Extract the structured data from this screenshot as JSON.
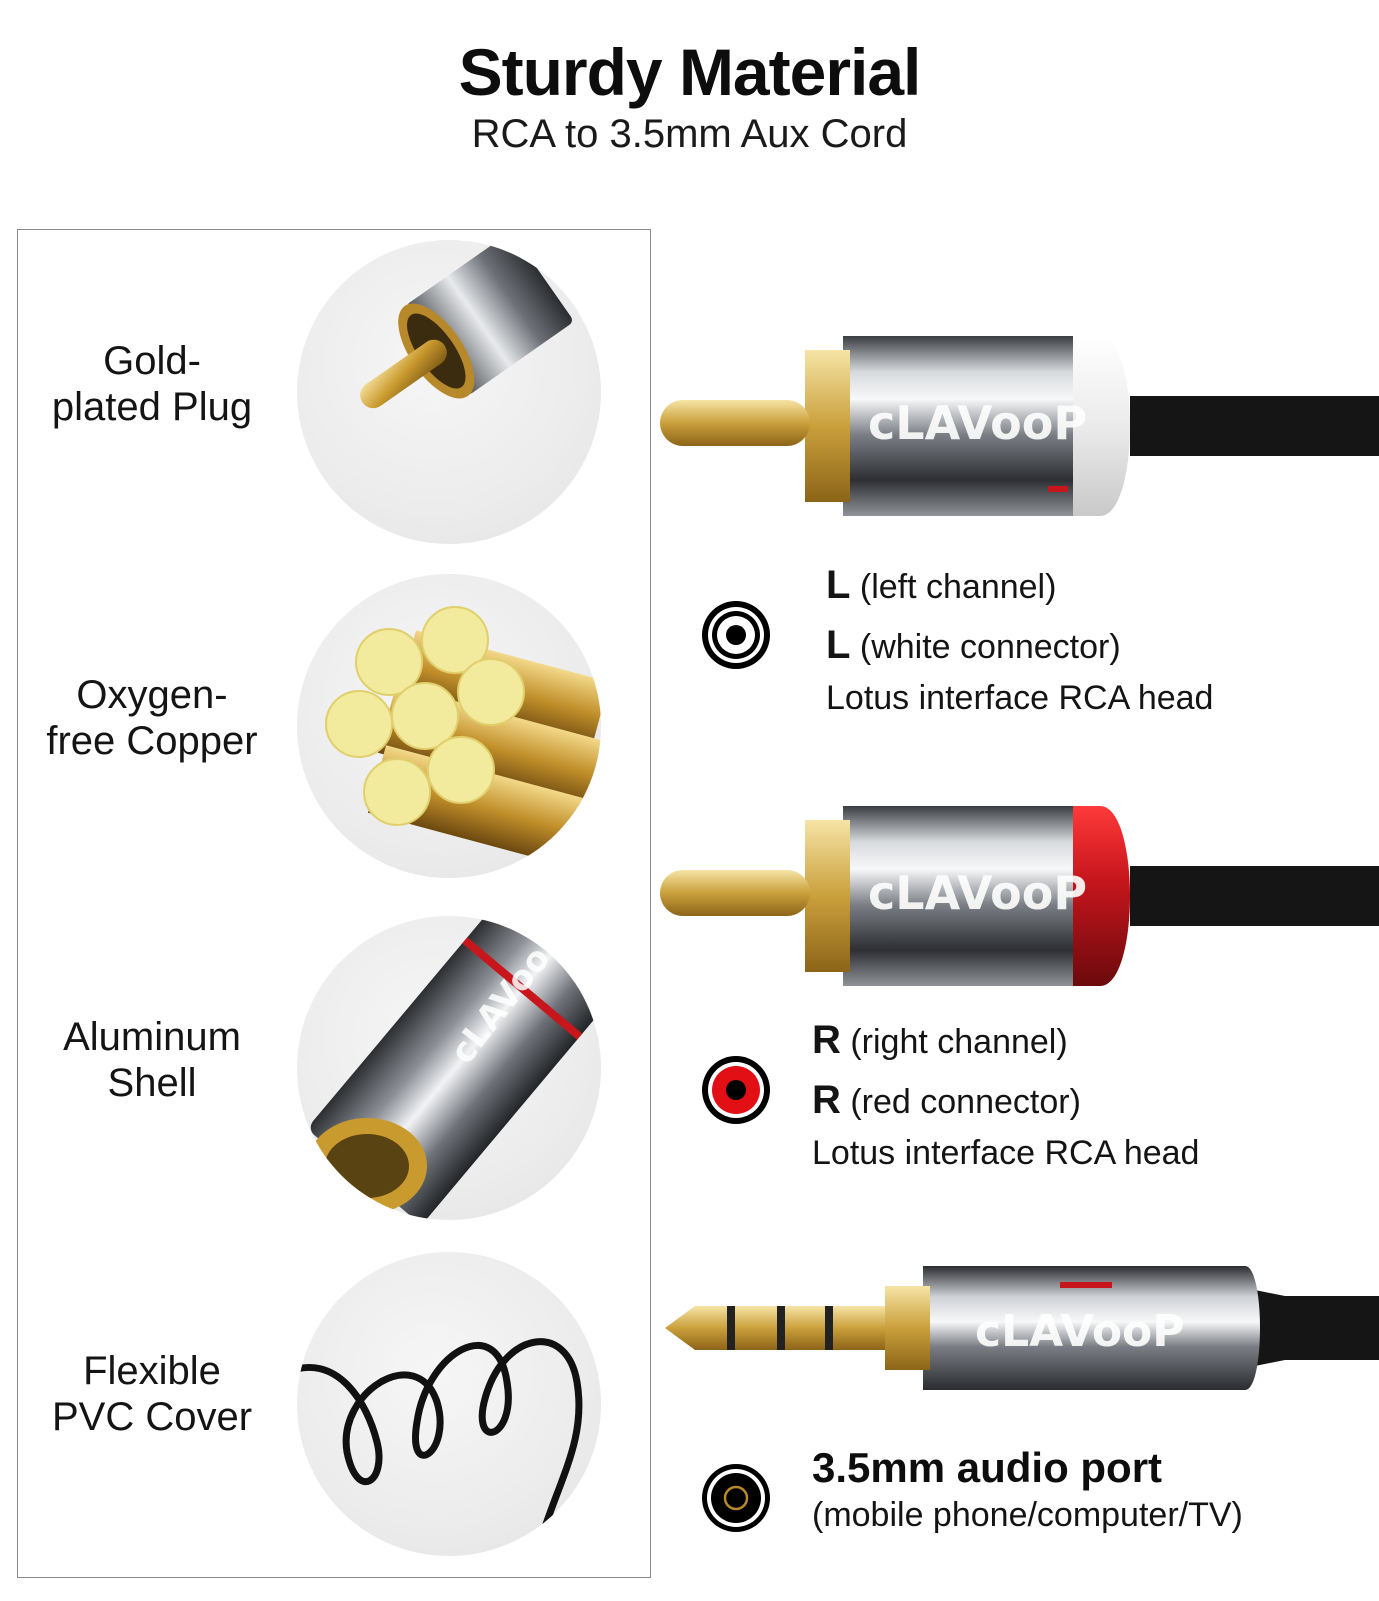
{
  "header": {
    "title": "Sturdy Material",
    "subtitle": "RCA to 3.5mm Aux Cord"
  },
  "features": [
    {
      "line1": "Gold-",
      "line2": "plated Plug",
      "icon": "gold-plug-icon"
    },
    {
      "line1": "Oxygen-",
      "line2": "free Copper",
      "icon": "copper-strands-icon"
    },
    {
      "line1": "Aluminum",
      "line2": "Shell",
      "icon": "aluminum-shell-icon"
    },
    {
      "line1": "Flexible",
      "line2": "PVC Cover",
      "icon": "coiled-cable-icon"
    }
  ],
  "brand_mark": "cLAVooP",
  "left_channel": {
    "letter": "L",
    "line1": "(left channel)",
    "line2": "(white connector)",
    "line3": "Lotus interface RCA head",
    "cap_color": "#f0f0f0"
  },
  "right_channel": {
    "letter": "R",
    "line1": "(right channel)",
    "line2": "(red connector)",
    "line3": "Lotus interface RCA head",
    "cap_color": "#c8161d"
  },
  "aux_port": {
    "title": "3.5mm audio port",
    "subtitle": "(mobile phone/computer/TV)"
  },
  "colors": {
    "gold": "#d9b24a",
    "chrome": "#b8bcc2",
    "cable": "#151515",
    "red": "#d40f14"
  }
}
